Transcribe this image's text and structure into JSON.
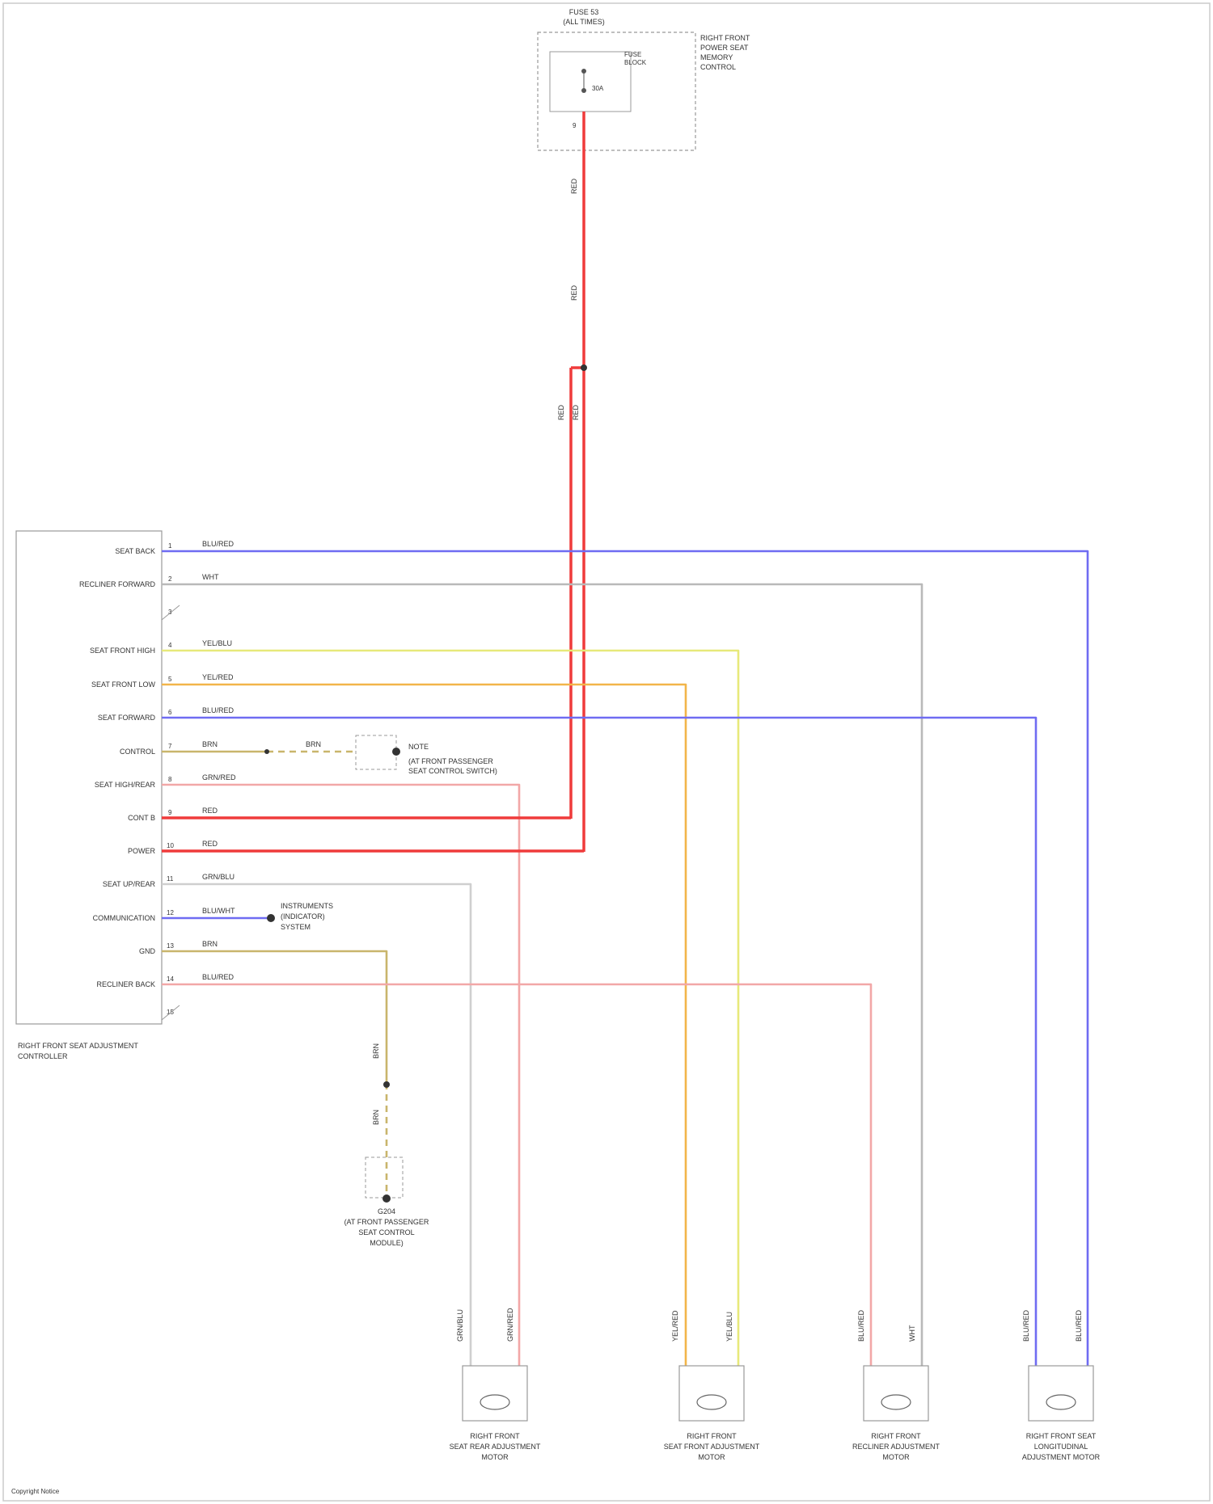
{
  "fuse_block": {
    "title_lines": [
      "FUSE 53",
      "(ALL TIMES)"
    ],
    "box_label_lines": [
      "RIGHT FRONT",
      "POWER SEAT",
      "MEMORY",
      "CONTROL"
    ],
    "fuse_text_lines": [
      "FUSE",
      "BLOCK"
    ],
    "fuse_rating": "30A",
    "pin": "9"
  },
  "feed_wire": {
    "color_label": "RED",
    "hex": "#ef3b3b"
  },
  "controller": {
    "name_lines": [
      "RIGHT FRONT SEAT ADJUSTMENT",
      "CONTROLLER"
    ],
    "pins": [
      {
        "num": "1",
        "label": "SEAT BACK",
        "wire": "BLU/RED"
      },
      {
        "num": "2",
        "label": "RECLINER FORWARD",
        "wire": "WHT"
      },
      {
        "num": "3",
        "label": "",
        "wire": ""
      },
      {
        "num": "4",
        "label": "SEAT FRONT HIGH",
        "wire": "YEL/BLU"
      },
      {
        "num": "5",
        "label": "SEAT FRONT LOW",
        "wire": "YEL/RED"
      },
      {
        "num": "6",
        "label": "SEAT FORWARD",
        "wire": "BLU/RED"
      },
      {
        "num": "7",
        "label": "CONTROL",
        "wire": "BRN"
      },
      {
        "num": "8",
        "label": "SEAT HIGH/REAR",
        "wire": "GRN/RED"
      },
      {
        "num": "9",
        "label": "CONT B",
        "wire": "RED"
      },
      {
        "num": "10",
        "label": "POWER",
        "wire": "RED"
      },
      {
        "num": "11",
        "label": "SEAT UP/REAR",
        "wire": "GRN/BLU"
      },
      {
        "num": "12",
        "label": "COMMUNICATION",
        "wire": "BLU/WHT"
      },
      {
        "num": "13",
        "label": "GND",
        "wire": "BRN"
      },
      {
        "num": "14",
        "label": "RECLINER BACK",
        "wire": "BLU/RED"
      },
      {
        "num": "15",
        "label": "",
        "wire": ""
      }
    ]
  },
  "control_switch": {
    "label_lines": [
      "NOTE",
      "(AT FRONT PASSENGER",
      "SEAT CONTROL SWITCH)"
    ],
    "mid_wire": "BRN"
  },
  "comm_device": {
    "label_lines": [
      "INSTRUMENTS",
      "(INDICATOR)",
      "SYSTEM"
    ]
  },
  "ground_point": {
    "label_lines": [
      "G204",
      "(AT FRONT PASSENGER",
      "SEAT CONTROL",
      "MODULE)"
    ],
    "wire_upper": "BRN",
    "wire_lower": "BRN"
  },
  "motors": [
    {
      "name_lines": [
        "RIGHT FRONT",
        "SEAT REAR ADJUSTMENT",
        "MOTOR"
      ],
      "left_wire": "GRN/BLU",
      "right_wire": "GRN/RED"
    },
    {
      "name_lines": [
        "RIGHT FRONT",
        "SEAT FRONT ADJUSTMENT",
        "MOTOR"
      ],
      "left_wire": "YEL/RED",
      "right_wire": "YEL/BLU"
    },
    {
      "name_lines": [
        "RIGHT FRONT",
        "RECLINER ADJUSTMENT",
        "MOTOR"
      ],
      "left_wire": "BLU/RED",
      "right_wire": "WHT"
    },
    {
      "name_lines": [
        "RIGHT FRONT SEAT",
        "LONGITUDINAL",
        "ADJUSTMENT MOTOR"
      ],
      "left_wire": "BLU/RED",
      "right_wire": "BLU/RED"
    }
  ],
  "footer": "Copyright Notice",
  "colors": {
    "red": "#ef3b3b",
    "blue": "#6f6cf2",
    "gray": "#b9b9b9",
    "yellow": "#e7e97a",
    "orange": "#f2b54a",
    "pink": "#f2a7a7",
    "olive": "#c9b56c"
  }
}
